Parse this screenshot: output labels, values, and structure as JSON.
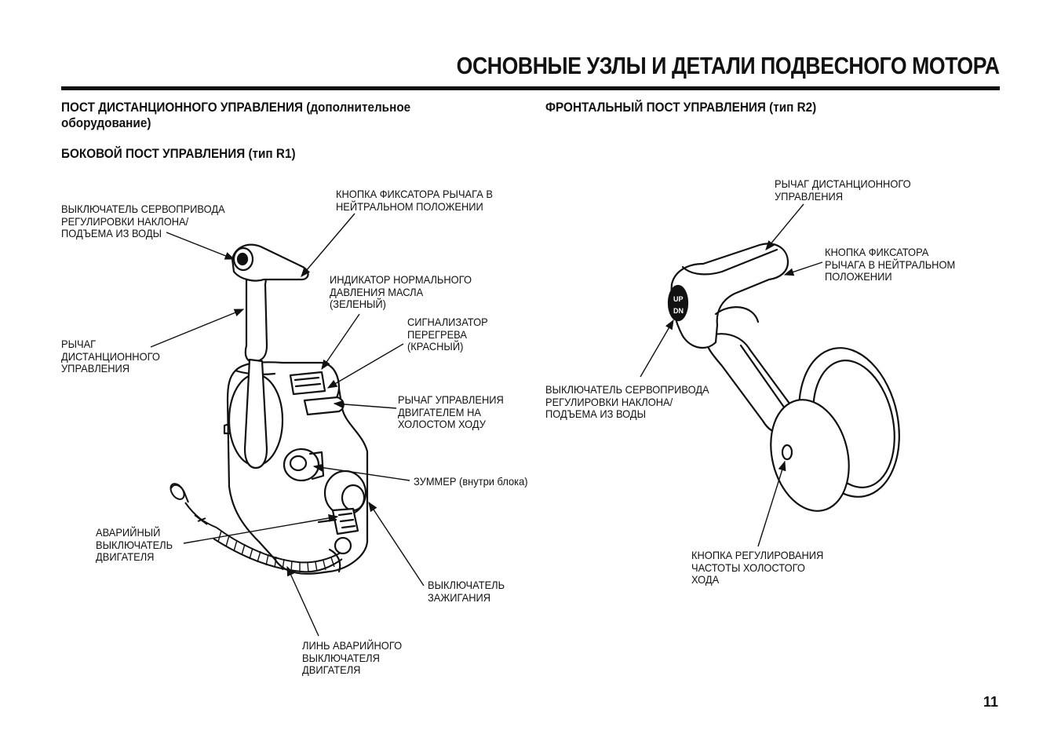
{
  "page": {
    "title": "ОСНОВНЫЕ УЗЛЫ И ДЕТАЛИ ПОДВЕСНОГО МОТОРА",
    "page_number": "11"
  },
  "left": {
    "heading_1": "ПОСТ ДИСТАНЦИОННОГО УПРАВЛЕНИЯ (дополнительное",
    "heading_1b": "оборудование)",
    "heading_2": "БОКОВОЙ ПОСТ УПРАВЛЕНИЯ (тип R1)",
    "labels": {
      "trim_switch": "ВЫКЛЮЧАТЕЛЬ СЕРВОПРИВОДА\nРЕГУЛИРОВКИ НАКЛОНА/\nПОДЪЕМА ИЗ ВОДЫ",
      "neutral_lock": "КНОПКА ФИКСАТОРА РЫЧАГА В\nНЕЙТРАЛЬНОМ ПОЛОЖЕНИИ",
      "oil_indicator": "ИНДИКАТОР НОРМАЛЬНОГО\nДАВЛЕНИЯ МАСЛА\n(ЗЕЛЕНЫЙ)",
      "overheat": "СИГНАЛИЗАТОР\nПЕРЕГРЕВА\n(КРАСНЫЙ)",
      "control_lever": "РЫЧАГ\nДИСТАНЦИОННОГО\nУПРАВЛЕНИЯ",
      "idle_lever": "РЫЧАГ УПРАВЛЕНИЯ\nДВИГАТЕЛЕМ НА\nХОЛОСТОМ ХОДУ",
      "buzzer": "ЗУММЕР (внутри блока)",
      "emergency_switch": "АВАРИЙНЫЙ\nВЫКЛЮЧАТЕЛЬ\nДВИГАТЕЛЯ",
      "ignition": "ВЫКЛЮЧАТЕЛЬ\nЗАЖИГАНИЯ",
      "lanyard": "ЛИНЬ АВАРИЙНОГО\nВЫКЛЮЧАТЕЛЯ\nДВИГАТЕЛЯ"
    }
  },
  "right": {
    "heading": "ФРОНТАЛЬНЫЙ ПОСТ УПРАВЛЕНИЯ (тип R2)",
    "labels": {
      "control_lever": "РЫЧАГ ДИСТАНЦИОННОГО\nУПРАВЛЕНИЯ",
      "neutral_lock": "КНОПКА ФИКСАТОРА\nРЫЧАГА В НЕЙТРАЛЬНОМ\nПОЛОЖЕНИИ",
      "trim_switch": "ВЫКЛЮЧАТЕЛЬ СЕРВОПРИВОДА\nРЕГУЛИРОВКИ НАКЛОНА/\nПОДЪЕМА ИЗ ВОДЫ",
      "idle_knob": "КНОПКА РЕГУЛИРОВАНИЯ\nЧАСТОТЫ ХОЛОСТОГО\nХОДА",
      "switch_up": "UP",
      "switch_dn": "DN"
    }
  }
}
